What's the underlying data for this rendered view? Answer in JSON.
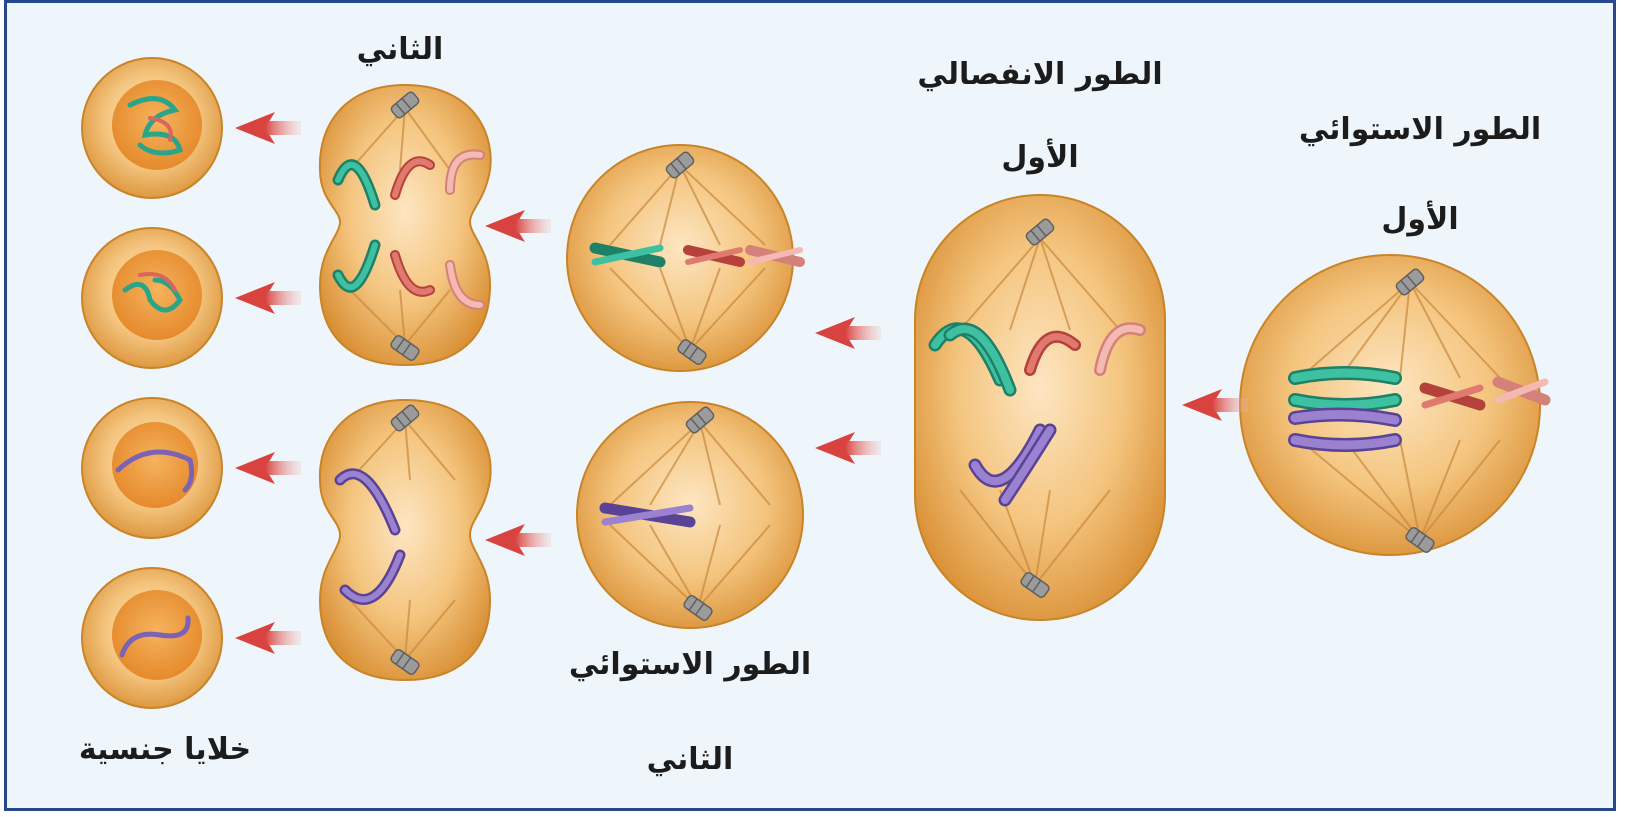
{
  "labels": {
    "metaphase_1_l1": "الطور الاستوائي",
    "metaphase_1_l2": "الأول",
    "anaphase_1_l1": "الطور الانفصالي",
    "anaphase_1_l2": "الأول",
    "metaphase_2_l1": "الطور الاستوائي",
    "metaphase_2_l2": "الثاني",
    "anaphase_2_top": "الثاني",
    "gametes": "خلايا جنسية"
  },
  "colors": {
    "border": "#27478f",
    "background": "#eef6fb",
    "cell": "#f0b45a",
    "cell_edge": "#cf8a2a",
    "nucleus": "#ec9a3c",
    "arrow": "#d9433f",
    "green": "#2aa587",
    "red": "#d8665c",
    "pink": "#eaa19a",
    "purple": "#7b62b4",
    "centriole": "#8d8d8d"
  }
}
